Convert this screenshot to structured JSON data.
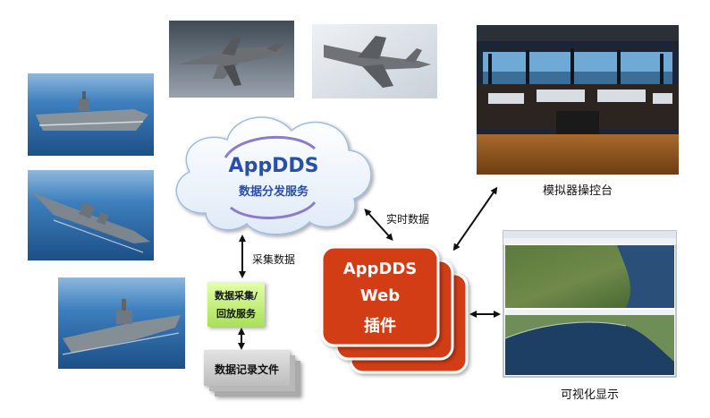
{
  "cloud": {
    "title": "AppDDS",
    "subtitle": "数据分发服务"
  },
  "labels": {
    "realtime": "实时数据",
    "collect": "采集数据",
    "simulator": "模拟器操控台",
    "visual": "可视化显示"
  },
  "collector": {
    "line1": "数据采集/",
    "line2": "回放服务"
  },
  "record_file": "数据记录文件",
  "plugin": {
    "line1": "AppDDS",
    "line2": "Web",
    "line3": "插件"
  },
  "colors": {
    "cloud_text": "#2a4fa8",
    "plugin_red": "#d23c12",
    "collector_green": "#c8f07a",
    "file_gray": "#c4c4c4",
    "sea_blue": "#2f6fb3"
  },
  "photos": [
    {
      "name": "stealth-fighter-photo"
    },
    {
      "name": "fighter-jet-photo"
    },
    {
      "name": "aircraft-carrier-photo"
    },
    {
      "name": "destroyer-photo"
    },
    {
      "name": "frigate-photo"
    },
    {
      "name": "simulator-console-photo"
    },
    {
      "name": "map-visualization-screenshot"
    }
  ]
}
